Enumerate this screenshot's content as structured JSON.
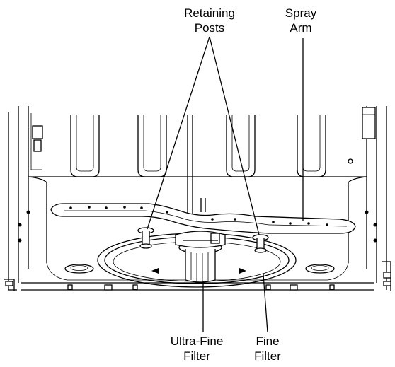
{
  "labels": {
    "retaining_posts": [
      "Retaining",
      "Posts"
    ],
    "spray_arm": [
      "Spray",
      "Arm"
    ],
    "ultra_fine_filter": [
      "Ultra-Fine",
      "Filter"
    ],
    "fine_filter": [
      "Fine",
      "Filter"
    ]
  },
  "colors": {
    "line": "#000000",
    "background": "#ffffff"
  }
}
